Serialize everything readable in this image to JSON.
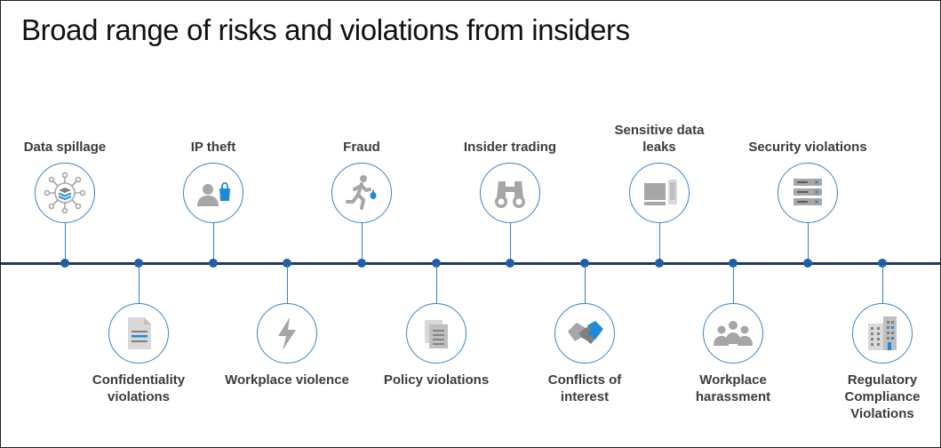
{
  "title": "Broad range of risks and violations from insiders",
  "colors": {
    "line": "#1f3864",
    "dot": "#1f5fa8",
    "ring": "#3a83c9",
    "icon_gray": "#a6a6a6",
    "icon_blue": "#1f8ad6"
  },
  "items": [
    {
      "label": "Data spillage",
      "icon": "layers-network-icon",
      "side": "top"
    },
    {
      "label": "Confidentiality violations",
      "icon": "document-icon",
      "side": "bottom"
    },
    {
      "label": "IP theft",
      "icon": "person-bag-icon",
      "side": "top"
    },
    {
      "label": "Workplace violence",
      "icon": "lightning-icon",
      "side": "bottom"
    },
    {
      "label": "Fraud",
      "icon": "running-person-icon",
      "side": "top"
    },
    {
      "label": "Policy violations",
      "icon": "documents-icon",
      "side": "bottom"
    },
    {
      "label": "Insider trading",
      "icon": "binoculars-icon",
      "side": "top"
    },
    {
      "label": "Conflicts of interest",
      "icon": "handshake-icon",
      "side": "bottom"
    },
    {
      "label": "Sensitive data leaks",
      "icon": "devices-icon",
      "side": "top"
    },
    {
      "label": "Workplace harassment",
      "icon": "group-icon",
      "side": "bottom"
    },
    {
      "label": "Security violations",
      "icon": "server-icon",
      "side": "top"
    },
    {
      "label": "Regulatory Compliance Violations",
      "icon": "buildings-icon",
      "side": "bottom"
    }
  ]
}
